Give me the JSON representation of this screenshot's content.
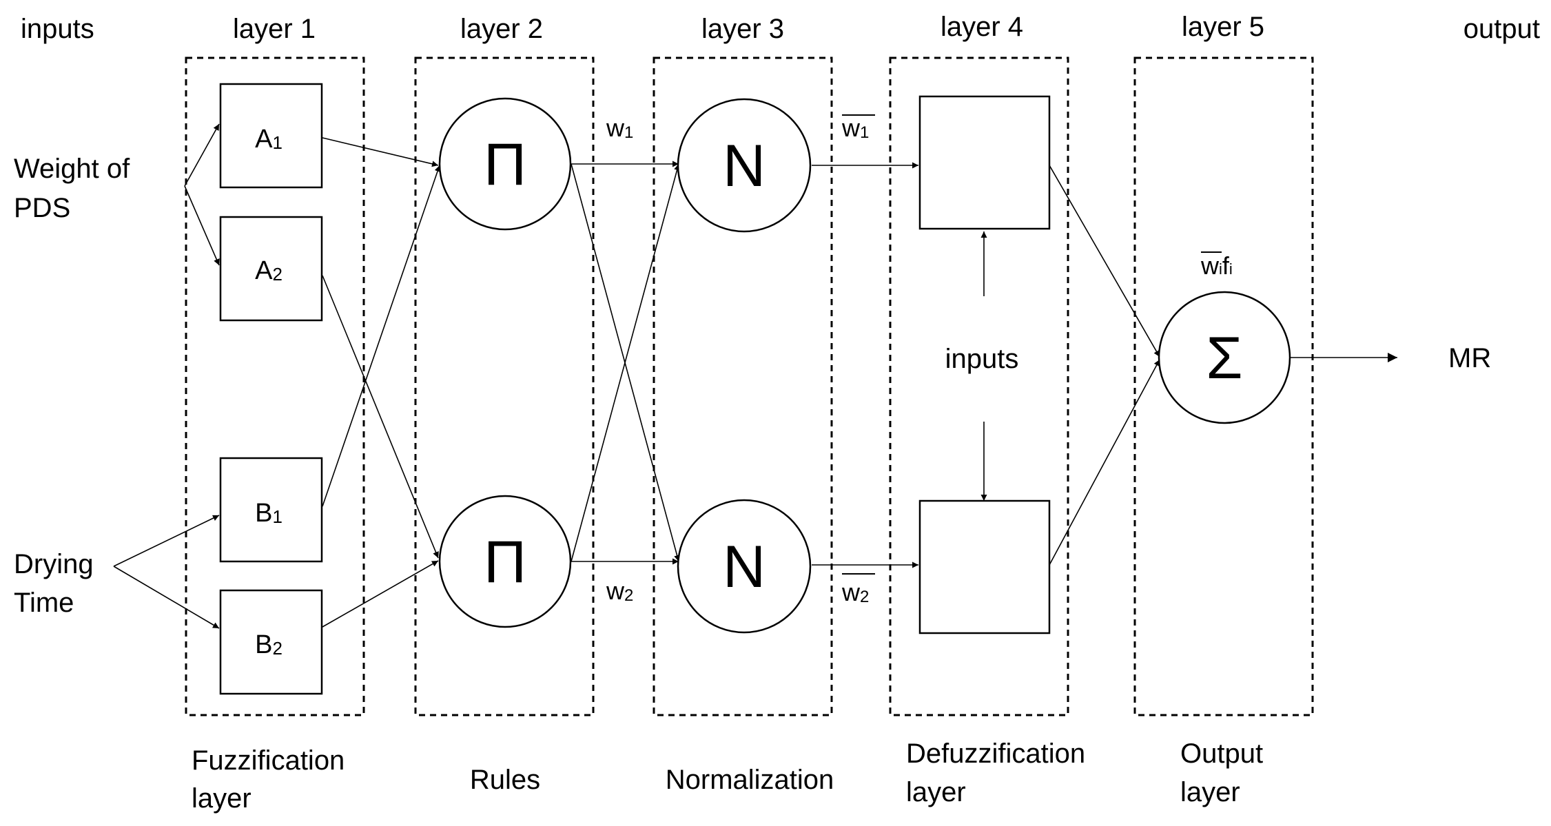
{
  "column_headers": {
    "inputs": "inputs",
    "layer1": "layer 1",
    "layer2": "layer 2",
    "layer3": "layer 3",
    "layer4": "layer 4",
    "layer5": "layer 5",
    "output": "output"
  },
  "inputs": {
    "weight_line1": "Weight of",
    "weight_line2": "PDS",
    "drying_line1": "Drying",
    "drying_line2": "Time"
  },
  "layer1": {
    "a1": {
      "letter": "A",
      "sub": "1"
    },
    "a2": {
      "letter": "A",
      "sub": "2"
    },
    "b1": {
      "letter": "B",
      "sub": "1"
    },
    "b2": {
      "letter": "B",
      "sub": "2"
    }
  },
  "layer2": {
    "node_symbol": "Π"
  },
  "layer3": {
    "node_symbol": "N"
  },
  "weights": {
    "w1": {
      "letter": "w",
      "sub": "1"
    },
    "w2": {
      "letter": "w",
      "sub": "2"
    },
    "w1_bar": {
      "letter": "w",
      "sub": "1"
    },
    "w2_bar": {
      "letter": "w",
      "sub": "2"
    }
  },
  "layer4": {
    "inputs_label": "inputs"
  },
  "layer5": {
    "node_symbol": "Σ",
    "wifi": {
      "w": "w",
      "i": "i",
      "f": "f",
      "i2": "i"
    }
  },
  "output": {
    "label": "MR"
  },
  "bottom_labels": {
    "fuzzification_line1": "Fuzzification",
    "fuzzification_line2": "layer",
    "rules": "Rules",
    "normalization": "Normalization",
    "defuzzification_line1": "Defuzzification",
    "defuzzification_line2": "layer",
    "output_line1": "Output",
    "output_line2": "layer"
  }
}
